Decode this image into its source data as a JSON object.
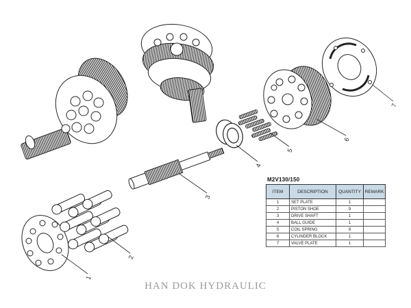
{
  "callouts": [
    "1",
    "2",
    "3",
    "4",
    "5",
    "6",
    "7"
  ],
  "table": {
    "model": "M2V130/150",
    "headers": [
      "ITEM",
      "DESCRIPTION",
      "QUANTITY",
      "REMARK"
    ],
    "rows": [
      {
        "item": "1",
        "description": "SET PLATE",
        "quantity": "1",
        "remark": ""
      },
      {
        "item": "2",
        "description": "PISTON SHOE",
        "quantity": "9",
        "remark": ""
      },
      {
        "item": "3",
        "description": "DRIVE SHAFT",
        "quantity": "1",
        "remark": ""
      },
      {
        "item": "4",
        "description": "BALL GUIDE",
        "quantity": "1",
        "remark": ""
      },
      {
        "item": "5",
        "description": "COIL SPRING",
        "quantity": "9",
        "remark": ""
      },
      {
        "item": "6",
        "description": "CYLINDER BLOCK",
        "quantity": "1",
        "remark": ""
      },
      {
        "item": "7",
        "description": "VALVE PLATE",
        "quantity": "1",
        "remark": ""
      }
    ]
  },
  "watermark": "HAN DOK HYDRAULIC"
}
